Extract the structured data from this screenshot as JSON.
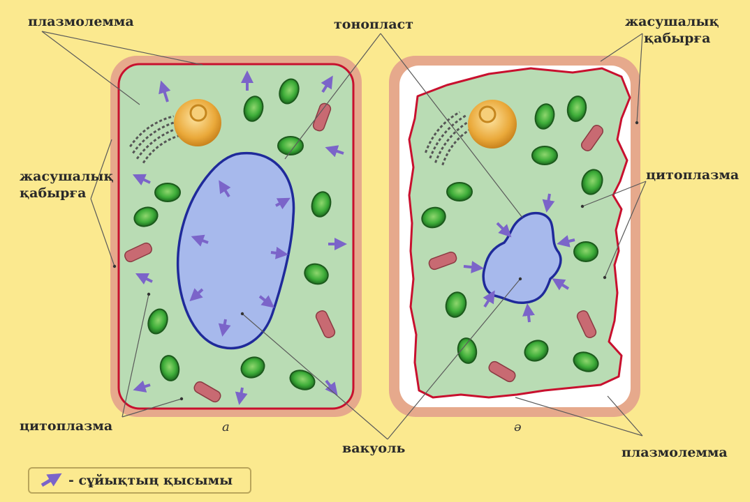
{
  "labels": {
    "plasmalemma_top": "плазмолемма",
    "tonoplast": "тонопласт",
    "cell_wall_right": [
      "жасушалық",
      "қабырға"
    ],
    "cell_wall_left": [
      "жасушалық",
      "қабырға"
    ],
    "cytoplasm_right": "цитоплазма",
    "cytoplasm_left": "цитоплазма",
    "vacuole": "вакуоль",
    "plasmalemma_bottom": "плазмолемма"
  },
  "captions": {
    "left_cell": "а",
    "right_cell": "ә"
  },
  "legend": {
    "text": "- сұйықтың қысымы",
    "icon": "purple-arrow-icon"
  },
  "colors": {
    "background": "#fbe98f",
    "cell_wall": "#e0a083",
    "membrane": "#c8102e",
    "cytoplasm": "#b9dcb4",
    "vacuole": "#a7b9ec",
    "vacuole_border": "#1f2a9a",
    "chloroplast": "#3fae3a",
    "mitochondrion": "#c86a72",
    "nucleus": "#e8a63a",
    "arrow": "#7b64c9"
  }
}
